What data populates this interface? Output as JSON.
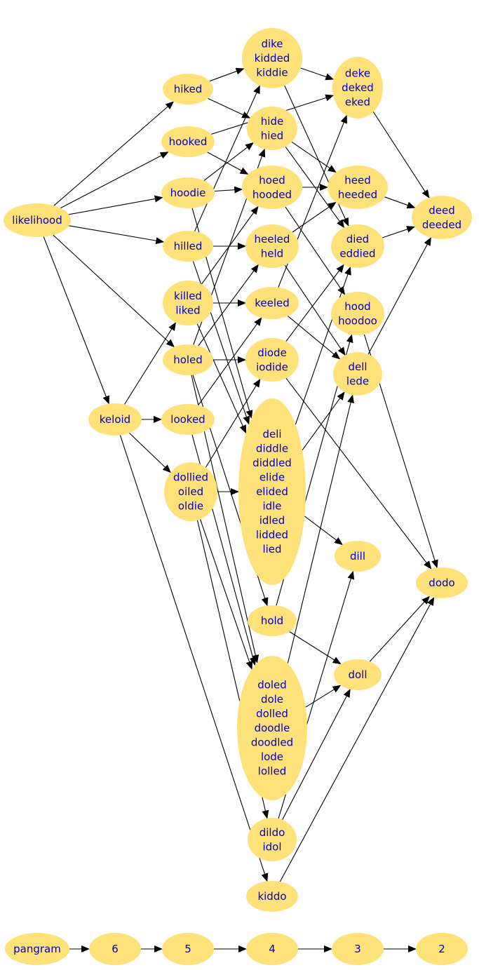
{
  "nodes": [
    {
      "id": "likelihood",
      "lines": [
        "likelihood"
      ]
    },
    {
      "id": "keloid",
      "lines": [
        "keloid"
      ]
    },
    {
      "id": "hiked",
      "lines": [
        "hiked"
      ]
    },
    {
      "id": "hooked",
      "lines": [
        "hooked"
      ]
    },
    {
      "id": "hoodie",
      "lines": [
        "hoodie"
      ]
    },
    {
      "id": "hilled",
      "lines": [
        "hilled"
      ]
    },
    {
      "id": "killed",
      "lines": [
        "killed",
        "liked"
      ]
    },
    {
      "id": "holed",
      "lines": [
        "holed"
      ]
    },
    {
      "id": "looked",
      "lines": [
        "looked"
      ]
    },
    {
      "id": "dollied",
      "lines": [
        "dollied",
        "oiled",
        "oldie"
      ]
    },
    {
      "id": "dike",
      "lines": [
        "dike",
        "kidded",
        "kiddie"
      ]
    },
    {
      "id": "hide",
      "lines": [
        "hide",
        "hied"
      ]
    },
    {
      "id": "hoed",
      "lines": [
        "hoed",
        "hooded"
      ]
    },
    {
      "id": "heeled",
      "lines": [
        "heeled",
        "held"
      ]
    },
    {
      "id": "keeled",
      "lines": [
        "keeled"
      ]
    },
    {
      "id": "diode",
      "lines": [
        "diode",
        "iodide"
      ]
    },
    {
      "id": "deli",
      "lines": [
        "deli",
        "diddle",
        "diddled",
        "elide",
        "elided",
        "idle",
        "idled",
        "lidded",
        "lied"
      ]
    },
    {
      "id": "hold",
      "lines": [
        "hold"
      ]
    },
    {
      "id": "doled",
      "lines": [
        "doled",
        "dole",
        "dolled",
        "doodle",
        "doodled",
        "lode",
        "lolled"
      ]
    },
    {
      "id": "dildo",
      "lines": [
        "dildo",
        "idol"
      ]
    },
    {
      "id": "kiddo",
      "lines": [
        "kiddo"
      ]
    },
    {
      "id": "deke",
      "lines": [
        "deke",
        "deked",
        "eked"
      ]
    },
    {
      "id": "heed",
      "lines": [
        "heed",
        "heeded"
      ]
    },
    {
      "id": "died",
      "lines": [
        "died",
        "eddied"
      ]
    },
    {
      "id": "hood",
      "lines": [
        "hood",
        "hoodoo"
      ]
    },
    {
      "id": "dell",
      "lines": [
        "dell",
        "lede"
      ]
    },
    {
      "id": "dill",
      "lines": [
        "dill"
      ]
    },
    {
      "id": "doll",
      "lines": [
        "doll"
      ]
    },
    {
      "id": "deed",
      "lines": [
        "deed",
        "deeded"
      ]
    },
    {
      "id": "dodo",
      "lines": [
        "dodo"
      ]
    },
    {
      "id": "pangram",
      "lines": [
        "pangram"
      ]
    },
    {
      "id": "6",
      "lines": [
        "6"
      ]
    },
    {
      "id": "5",
      "lines": [
        "5"
      ]
    },
    {
      "id": "4",
      "lines": [
        "4"
      ]
    },
    {
      "id": "3",
      "lines": [
        "3"
      ]
    },
    {
      "id": "2",
      "lines": [
        "2"
      ]
    }
  ],
  "edges": [
    [
      "likelihood",
      "hiked"
    ],
    [
      "likelihood",
      "hooked"
    ],
    [
      "likelihood",
      "hoodie"
    ],
    [
      "likelihood",
      "hilled"
    ],
    [
      "likelihood",
      "holed"
    ],
    [
      "likelihood",
      "keloid"
    ],
    [
      "keloid",
      "killed"
    ],
    [
      "keloid",
      "looked"
    ],
    [
      "keloid",
      "dollied"
    ],
    [
      "keloid",
      "kiddo"
    ],
    [
      "hiked",
      "dike"
    ],
    [
      "hiked",
      "hide"
    ],
    [
      "hooked",
      "deke"
    ],
    [
      "hooked",
      "hoed"
    ],
    [
      "hoodie",
      "hide"
    ],
    [
      "hoodie",
      "hoed"
    ],
    [
      "hoodie",
      "deli"
    ],
    [
      "hilled",
      "dike"
    ],
    [
      "hilled",
      "heeled"
    ],
    [
      "hilled",
      "deli"
    ],
    [
      "killed",
      "hoed"
    ],
    [
      "killed",
      "keeled"
    ],
    [
      "killed",
      "deli"
    ],
    [
      "holed",
      "hide"
    ],
    [
      "holed",
      "heeled"
    ],
    [
      "holed",
      "diode"
    ],
    [
      "holed",
      "hold"
    ],
    [
      "holed",
      "doled"
    ],
    [
      "looked",
      "keeled"
    ],
    [
      "looked",
      "doled"
    ],
    [
      "dollied",
      "diode"
    ],
    [
      "dollied",
      "deli"
    ],
    [
      "dollied",
      "doled"
    ],
    [
      "dollied",
      "dildo"
    ],
    [
      "dike",
      "deke"
    ],
    [
      "dike",
      "died"
    ],
    [
      "hide",
      "heed"
    ],
    [
      "hide",
      "died"
    ],
    [
      "hoed",
      "heed"
    ],
    [
      "hoed",
      "hood"
    ],
    [
      "heeled",
      "heed"
    ],
    [
      "heeled",
      "dell"
    ],
    [
      "keeled",
      "deke"
    ],
    [
      "keeled",
      "dell"
    ],
    [
      "diode",
      "died"
    ],
    [
      "diode",
      "dodo"
    ],
    [
      "deli",
      "died"
    ],
    [
      "deli",
      "dell"
    ],
    [
      "deli",
      "dill"
    ],
    [
      "hold",
      "hood"
    ],
    [
      "hold",
      "doll"
    ],
    [
      "doled",
      "dell"
    ],
    [
      "doled",
      "doll"
    ],
    [
      "dildo",
      "dill"
    ],
    [
      "dildo",
      "doll"
    ],
    [
      "kiddo",
      "dodo"
    ],
    [
      "deke",
      "deed"
    ],
    [
      "heed",
      "deed"
    ],
    [
      "died",
      "deed"
    ],
    [
      "dell",
      "deed"
    ],
    [
      "hood",
      "dodo"
    ],
    [
      "doll",
      "dodo"
    ],
    [
      "pangram",
      "6"
    ],
    [
      "6",
      "5"
    ],
    [
      "5",
      "4"
    ],
    [
      "4",
      "3"
    ],
    [
      "3",
      "2"
    ]
  ]
}
